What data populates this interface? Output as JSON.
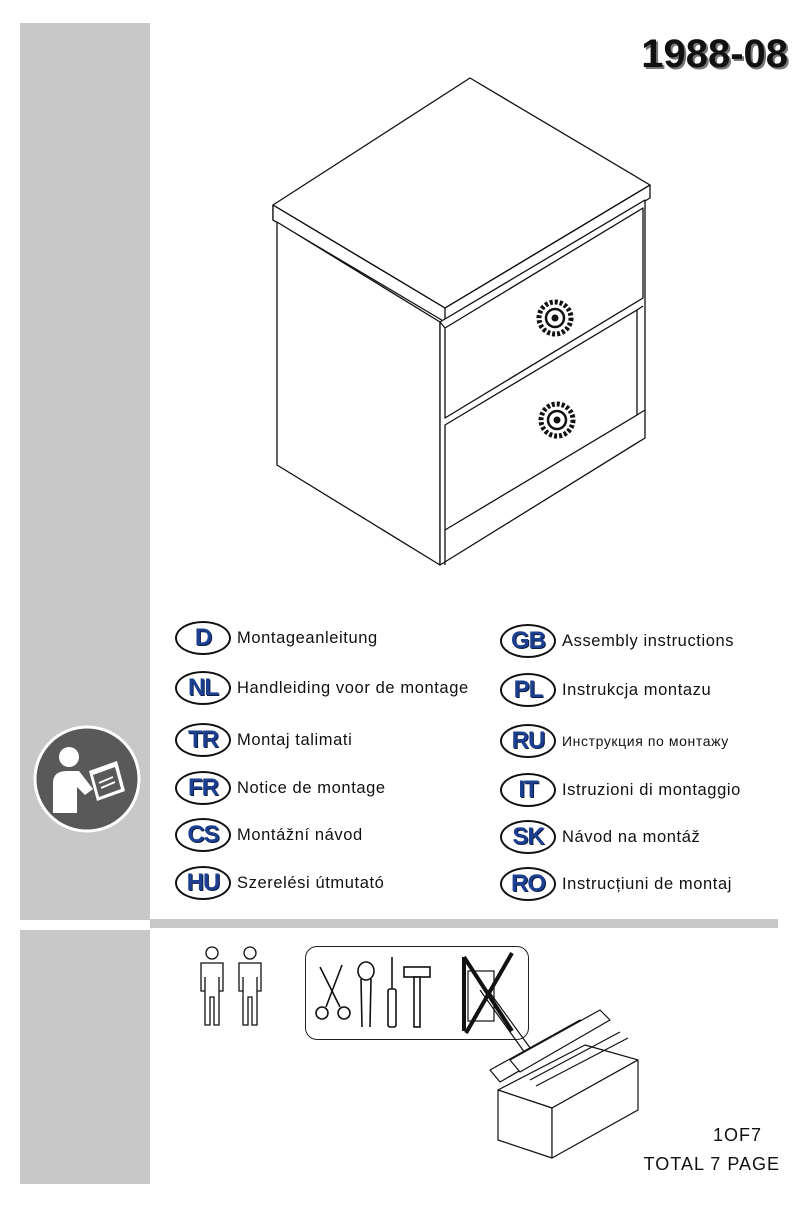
{
  "model_number": "1988-08",
  "languages": {
    "left": [
      {
        "code": "D",
        "label": "Montageanleitung"
      },
      {
        "code": "NL",
        "label": "Handleiding voor de montage"
      },
      {
        "code": "TR",
        "label": "Montaj talimati"
      },
      {
        "code": "FR",
        "label": "Notice de montage"
      },
      {
        "code": "CS",
        "label": "Montážní návod"
      },
      {
        "code": "HU",
        "label": "Szerelési útmutató"
      }
    ],
    "right": [
      {
        "code": "GB",
        "label": "Assembly instructions"
      },
      {
        "code": "PL",
        "label": "Instrukcja montazu"
      },
      {
        "code": "RU",
        "label": "Инструкция по монтажу"
      },
      {
        "code": "IT",
        "label": "Istruzioni di montaggio"
      },
      {
        "code": "SK",
        "label": "Návod na montáž"
      },
      {
        "code": "RO",
        "label": "Instrucțiuni de montaj"
      }
    ]
  },
  "footer": {
    "page_index": "1OF7",
    "page_total": "TOTAL 7 PAGE"
  },
  "icons": [
    "read-manual-icon",
    "two-people-icon",
    "scissors-icon",
    "pliers-icon",
    "screwdriver-icon",
    "hammer-icon",
    "no-drill-icon",
    "toolbox-icon"
  ],
  "colors": {
    "sidebar": "#c8c8c8",
    "badge_text": "#1d3f8f"
  }
}
